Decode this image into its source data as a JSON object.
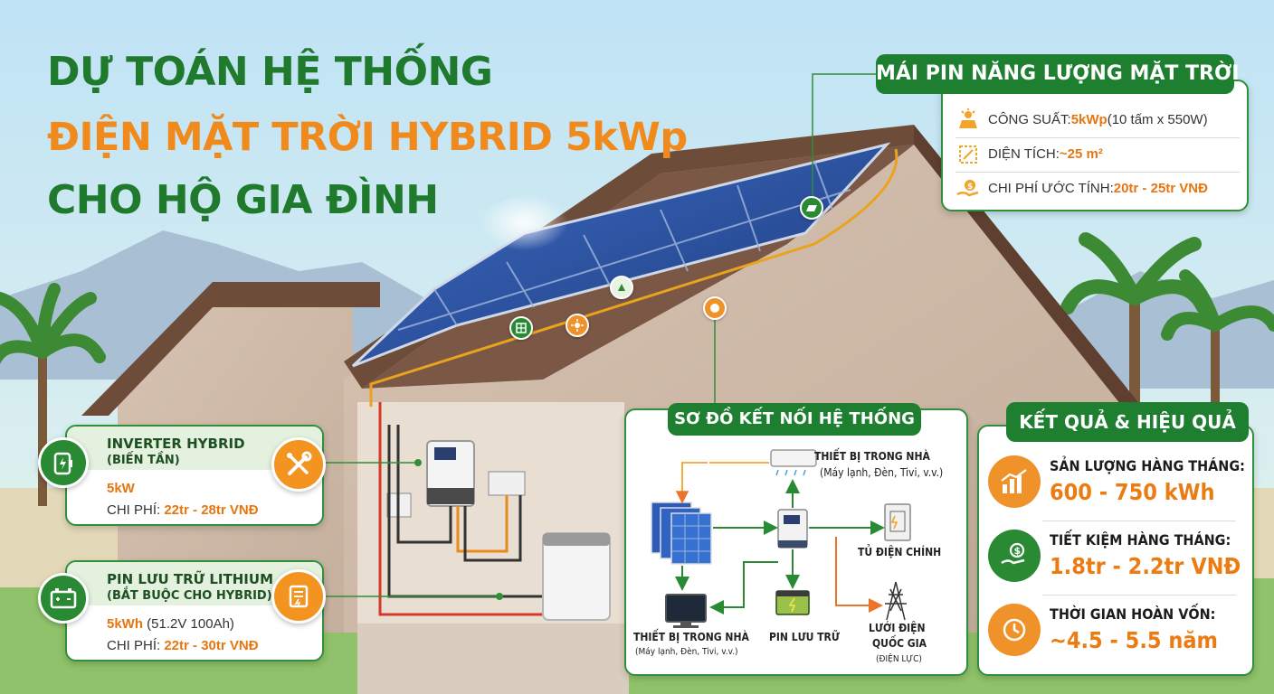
{
  "title": {
    "line1": "DỰ TOÁN HỆ THỐNG",
    "line2": "ĐIỆN MẶT TRỜI HYBRID 5kWp",
    "line3": "CHO HỘ GIA ĐÌNH"
  },
  "roof": {
    "heading": "MÁI PIN NĂNG LƯỢNG MẶT TRỜI",
    "rows": [
      {
        "label": "CÔNG SUẤT: ",
        "value": "5kWp",
        "extra": " (10 tấm x 550W)",
        "icon": "solar-panel-icon"
      },
      {
        "label": "DIỆN TÍCH: ",
        "value": "~25 m²",
        "extra": "",
        "icon": "area-icon"
      },
      {
        "label": "CHI PHÍ ƯỚC TÍNH: ",
        "value": "20tr - 25tr VNĐ",
        "extra": "",
        "icon": "cost-icon"
      }
    ]
  },
  "inverter": {
    "title": "INVERTER HYBRID",
    "subtitle": "(BIẾN TẦN)",
    "power": "5kW",
    "cost_label": "CHI PHÍ: ",
    "cost_value": "22tr - 28tr VNĐ"
  },
  "battery": {
    "title": "PIN LƯU TRỮ LITHIUM",
    "subtitle": "(BẮT BUỘC CHO HYBRID)",
    "capacity": "5kWh",
    "capacity_extra": " (51.2V 100Ah)",
    "cost_label": "CHI PHÍ: ",
    "cost_value": "22tr - 30tr VNĐ"
  },
  "diagram": {
    "heading": "SƠ ĐỒ KẾT NỐI HỆ THỐNG",
    "top_device_title": "THIẾT BỊ TRONG NHÀ",
    "top_device_sub": "(Máy lạnh, Đèn, Tivi, v.v.)",
    "main_panel": "TỦ ĐIỆN CHÍNH",
    "bottom_device_title": "THIẾT BỊ TRONG NHÀ",
    "bottom_device_sub": "(Máy lạnh, Đèn, Tivi, v.v.)",
    "battery": "PIN LƯU TRỮ",
    "grid_line1": "LƯỚI ĐIỆN",
    "grid_line2": "QUỐC GIA",
    "grid_sub": "(ĐIỆN LỰC)"
  },
  "results": {
    "heading": "KẾT QUẢ & HIỆU QUẢ",
    "rows": [
      {
        "label": "SẢN LƯỢNG HÀNG THÁNG:",
        "value": "600 - 750 kWh",
        "icon": "bar-chart-icon"
      },
      {
        "label": "TIẾT KIỆM HÀNG THÁNG:",
        "value": "1.8tr - 2.2tr VNĐ",
        "icon": "money-hand-icon"
      },
      {
        "label": "THỜI GIAN HOÀN VỐN:",
        "value": "~4.5 - 5.5 năm",
        "icon": "clock-icon"
      }
    ]
  },
  "colors": {
    "green": "#1f7f31",
    "orange": "#f08a1c",
    "panel_blue": "#2a4f9e"
  }
}
